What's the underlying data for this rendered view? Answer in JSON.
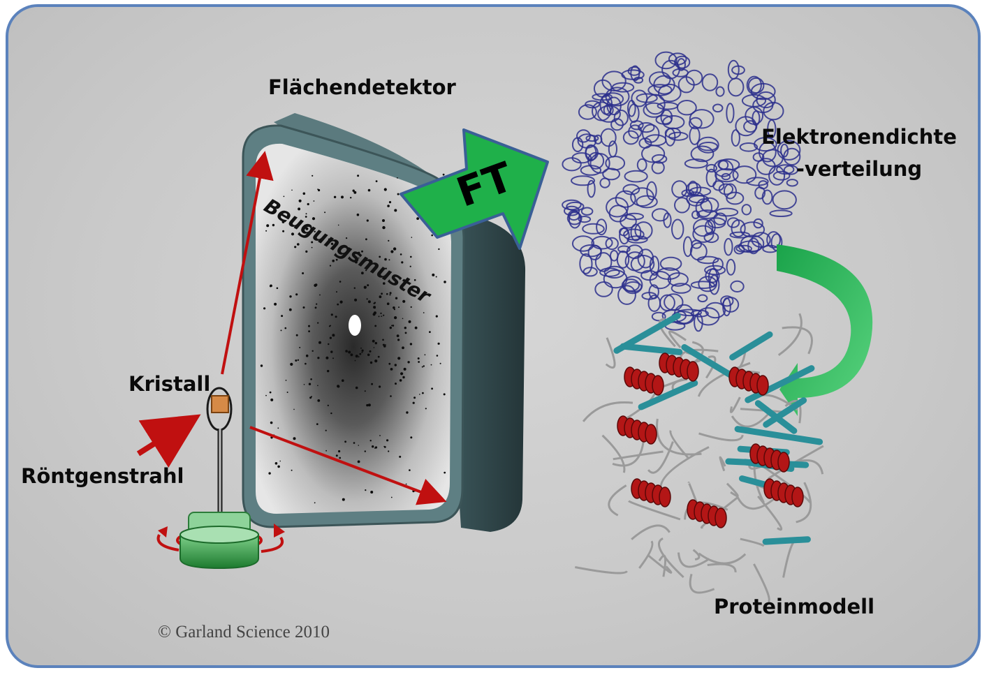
{
  "labels": {
    "detector": "Flächendetektor",
    "density_line1": "Elektronendichte",
    "density_line2": "-verteilung",
    "diffraction": "Beugungsmuster",
    "ft": "FT",
    "crystal": "Kristall",
    "xray": "Röntgenstrahl",
    "model": "Proteinmodell",
    "copyright": "© Garland Science 2010"
  },
  "colors": {
    "frame_border": "#5b82bc",
    "background": "#cacaca",
    "arrow_red": "#c01010",
    "ft_arrow_green": "#1fb04a",
    "curved_arrow_green": "#22b855",
    "detector_teal": "#4f6e72",
    "density_mesh": "#2b2f8c",
    "helix_red": "#b31616",
    "sheet_teal": "#2a8f99"
  }
}
